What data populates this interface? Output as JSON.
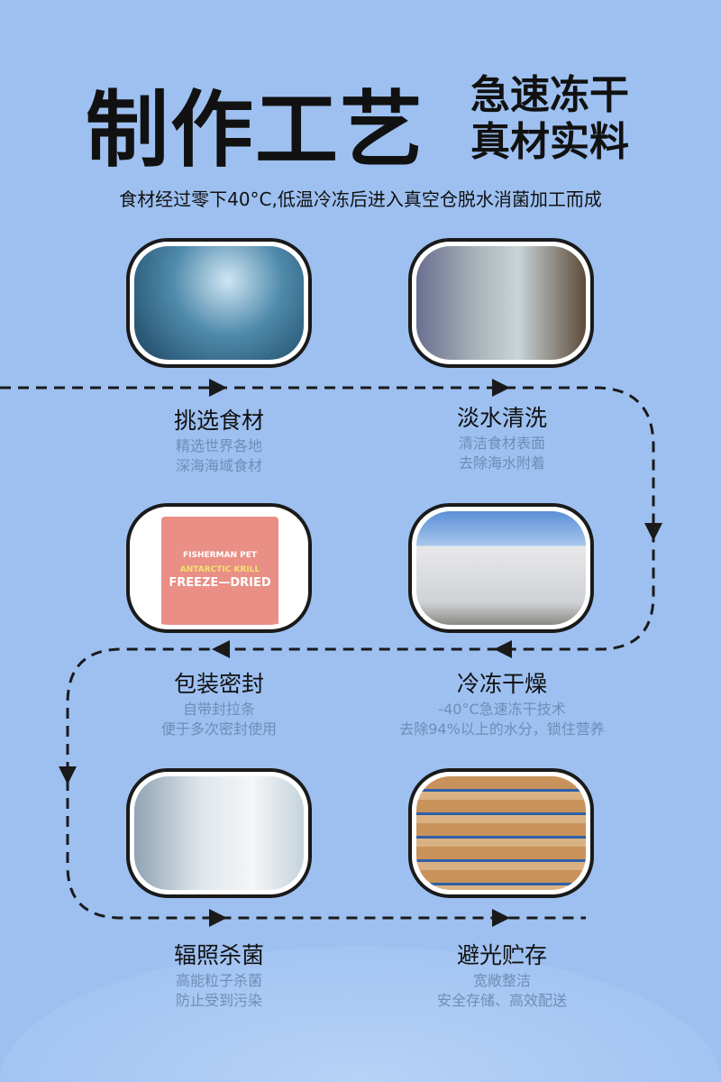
{
  "header": {
    "title": "制作工艺",
    "sub1": "急速冻干",
    "sub2": "真材实料",
    "description": "食材经过零下40°C,低温冷冻后进入真空仓脱水消菌加工而成"
  },
  "steps": [
    {
      "title": "挑选食材",
      "lines": [
        "精选世界各地",
        "深海海域食材"
      ]
    },
    {
      "title": "淡水清洗",
      "lines": [
        "清洁食材表面",
        "去除海水附着"
      ]
    },
    {
      "title": "包装密封",
      "lines": [
        "自带封拉条",
        "便于多次密封使用"
      ]
    },
    {
      "title": "冷冻干燥",
      "lines": [
        "-40°C急速冻干技术",
        "去除94%以上的水分，锁住营养"
      ]
    },
    {
      "title": "辐照杀菌",
      "lines": [
        "高能粒子杀菌",
        "防止受到污染"
      ]
    },
    {
      "title": "避光贮存",
      "lines": [
        "宽敞整洁",
        "安全存储、高效配送"
      ]
    }
  ],
  "package": {
    "brand": "FISHERMAN PET",
    "product": "ANTARCTIC KRILL",
    "label": "FREEZE—DRIED"
  }
}
